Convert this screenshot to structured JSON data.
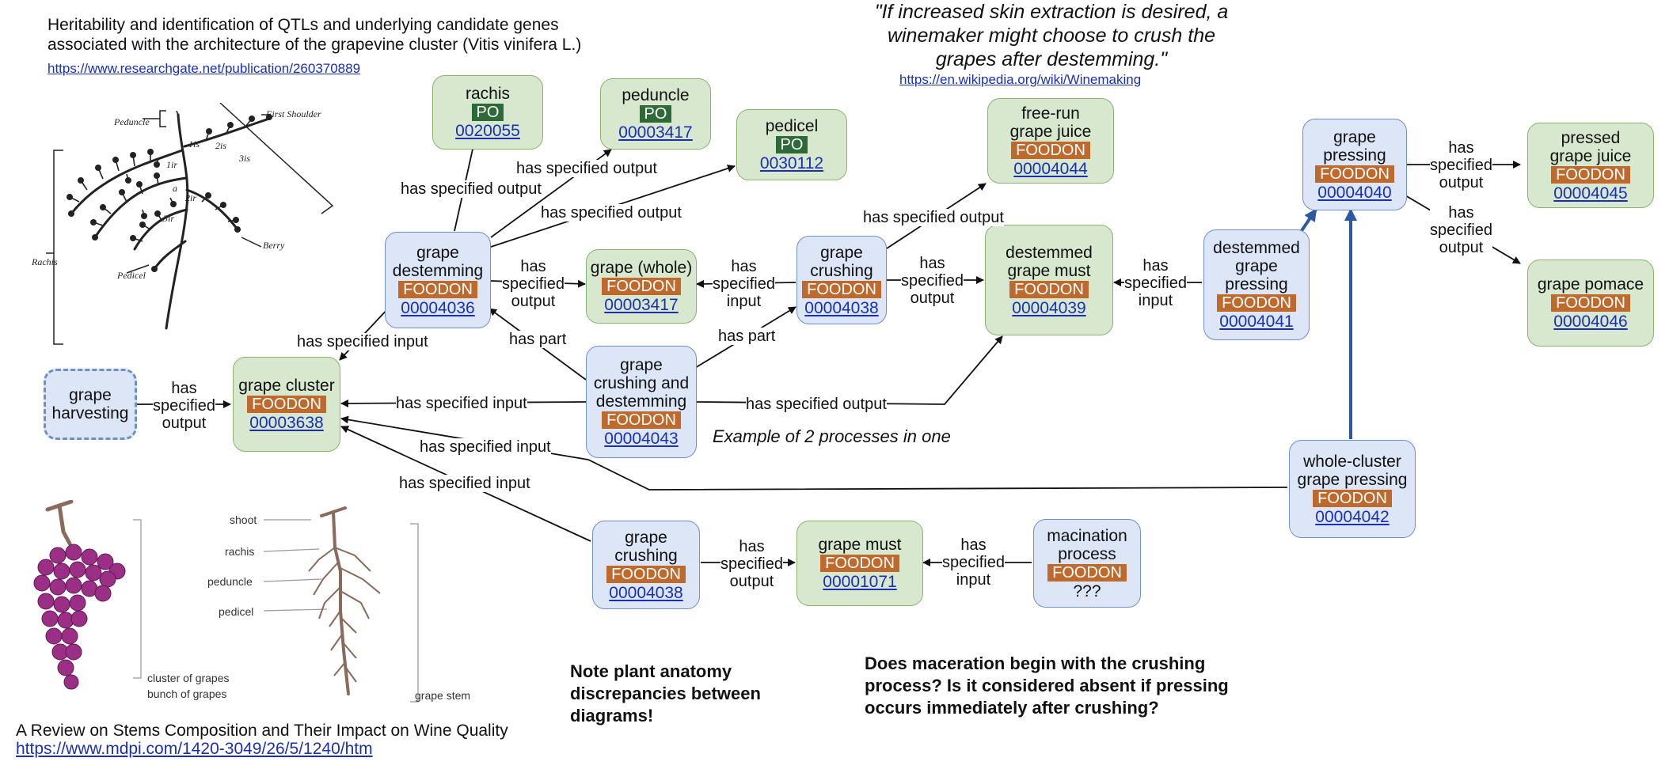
{
  "refs": {
    "paper_title": "Heritability and identification of QTLs and underlying candidate genes\nassociated with the architecture of the grapevine cluster (Vitis vinifera L.)",
    "paper_url": "https://www.researchgate.net/publication/260370889",
    "quote": "\"If increased skin extraction is desired, a\nwinemaker might choose to crush the\ngrapes after destemming.\"",
    "quote_url": "https://en.wikipedia.org/wiki/Winemaking",
    "review_title": "A Review on Stems Composition and Their Impact on Wine Quality",
    "review_url": "https://www.mdpi.com/1420-3049/26/5/1240/htm"
  },
  "figure1": {
    "labels": [
      "Peduncle",
      "First Shoulder",
      "Rachis",
      "Pedicel",
      "Berry",
      "1is",
      "2is",
      "3is",
      "1ir",
      "2ir",
      "3ir",
      "a"
    ]
  },
  "figure2": {
    "labels": [
      "shoot",
      "rachis",
      "peduncle",
      "pedicel",
      "cluster of grapes",
      "bunch of grapes",
      "grape stem"
    ]
  },
  "nodes": {
    "rachis": {
      "label": "rachis",
      "badge": "PO",
      "code": "0020055"
    },
    "peduncle": {
      "label": "peduncle",
      "badge": "PO",
      "code": "00003417"
    },
    "pedicel": {
      "label": "pedicel",
      "badge": "PO",
      "code": "0030112"
    },
    "freerun": {
      "label": "free-run\ngrape juice",
      "badge": "FOODON",
      "code": "00004044"
    },
    "pressing": {
      "label": "grape\npressing",
      "badge": "FOODON",
      "code": "00004040"
    },
    "pressed_juice": {
      "label": "pressed\ngrape juice",
      "badge": "FOODON",
      "code": "00004045"
    },
    "pomace": {
      "label": "grape pomace",
      "badge": "FOODON",
      "code": "00004046"
    },
    "destemming": {
      "label": "grape\ndestemming",
      "badge": "FOODON",
      "code": "00004036"
    },
    "whole": {
      "label": "grape (whole)",
      "badge": "FOODON",
      "code": "00003417"
    },
    "crushing1": {
      "label": "grape\ncrushing",
      "badge": "FOODON",
      "code": "00004038"
    },
    "destemmed_must": {
      "label": "destemmed\ngrape must",
      "badge": "FOODON",
      "code": "00004039"
    },
    "destemmed_pressing": {
      "label": "destemmed\ngrape\npressing",
      "badge": "FOODON",
      "code": "00004041"
    },
    "harvesting": {
      "label": "grape\nharvesting"
    },
    "cluster": {
      "label": "grape cluster",
      "badge": "FOODON",
      "code": "00003638"
    },
    "crush_destem": {
      "label": "grape\ncrushing and\ndestemming",
      "badge": "FOODON",
      "code": "00004043"
    },
    "whole_cluster_pressing": {
      "label": "whole-cluster\ngrape pressing",
      "badge": "FOODON",
      "code": "00004042"
    },
    "crushing2": {
      "label": "grape\ncrushing",
      "badge": "FOODON",
      "code": "00004038"
    },
    "must": {
      "label": "grape must",
      "badge": "FOODON",
      "code": "00001071"
    },
    "maceration": {
      "label": "macination\nprocess",
      "badge": "FOODON",
      "qm": "???"
    }
  },
  "edge_labels": {
    "e1": "has specified output",
    "e2": "has specified output",
    "e3": "has specified output",
    "e4": "has\nspecified\noutput",
    "e5": "has\nspecified\ninput",
    "e6": "has specified output",
    "e7": "has\nspecified\noutput",
    "e8": "has\nspecified\ninput",
    "e9": "has\nspecified\noutput",
    "e10": "has\nspecified\noutput",
    "e11": "has specified input",
    "e12": "has part",
    "e13": "has part",
    "e14": "has\nspecified\noutput",
    "e15": "has specified input",
    "e16": "has specified output",
    "e17": "has specified input",
    "e18": "has specified input",
    "e19": "has\nspecified\noutput",
    "e20": "has\nspecified\ninput"
  },
  "annotations": {
    "example": "Example of 2 processes in one",
    "note_anatomy": "Note plant anatomy\ndiscrepancies between\ndiagrams!",
    "question": "Does maceration begin with the crushing\nprocess?  Is it considered absent if pressing\noccurs immediately after crushing?"
  }
}
